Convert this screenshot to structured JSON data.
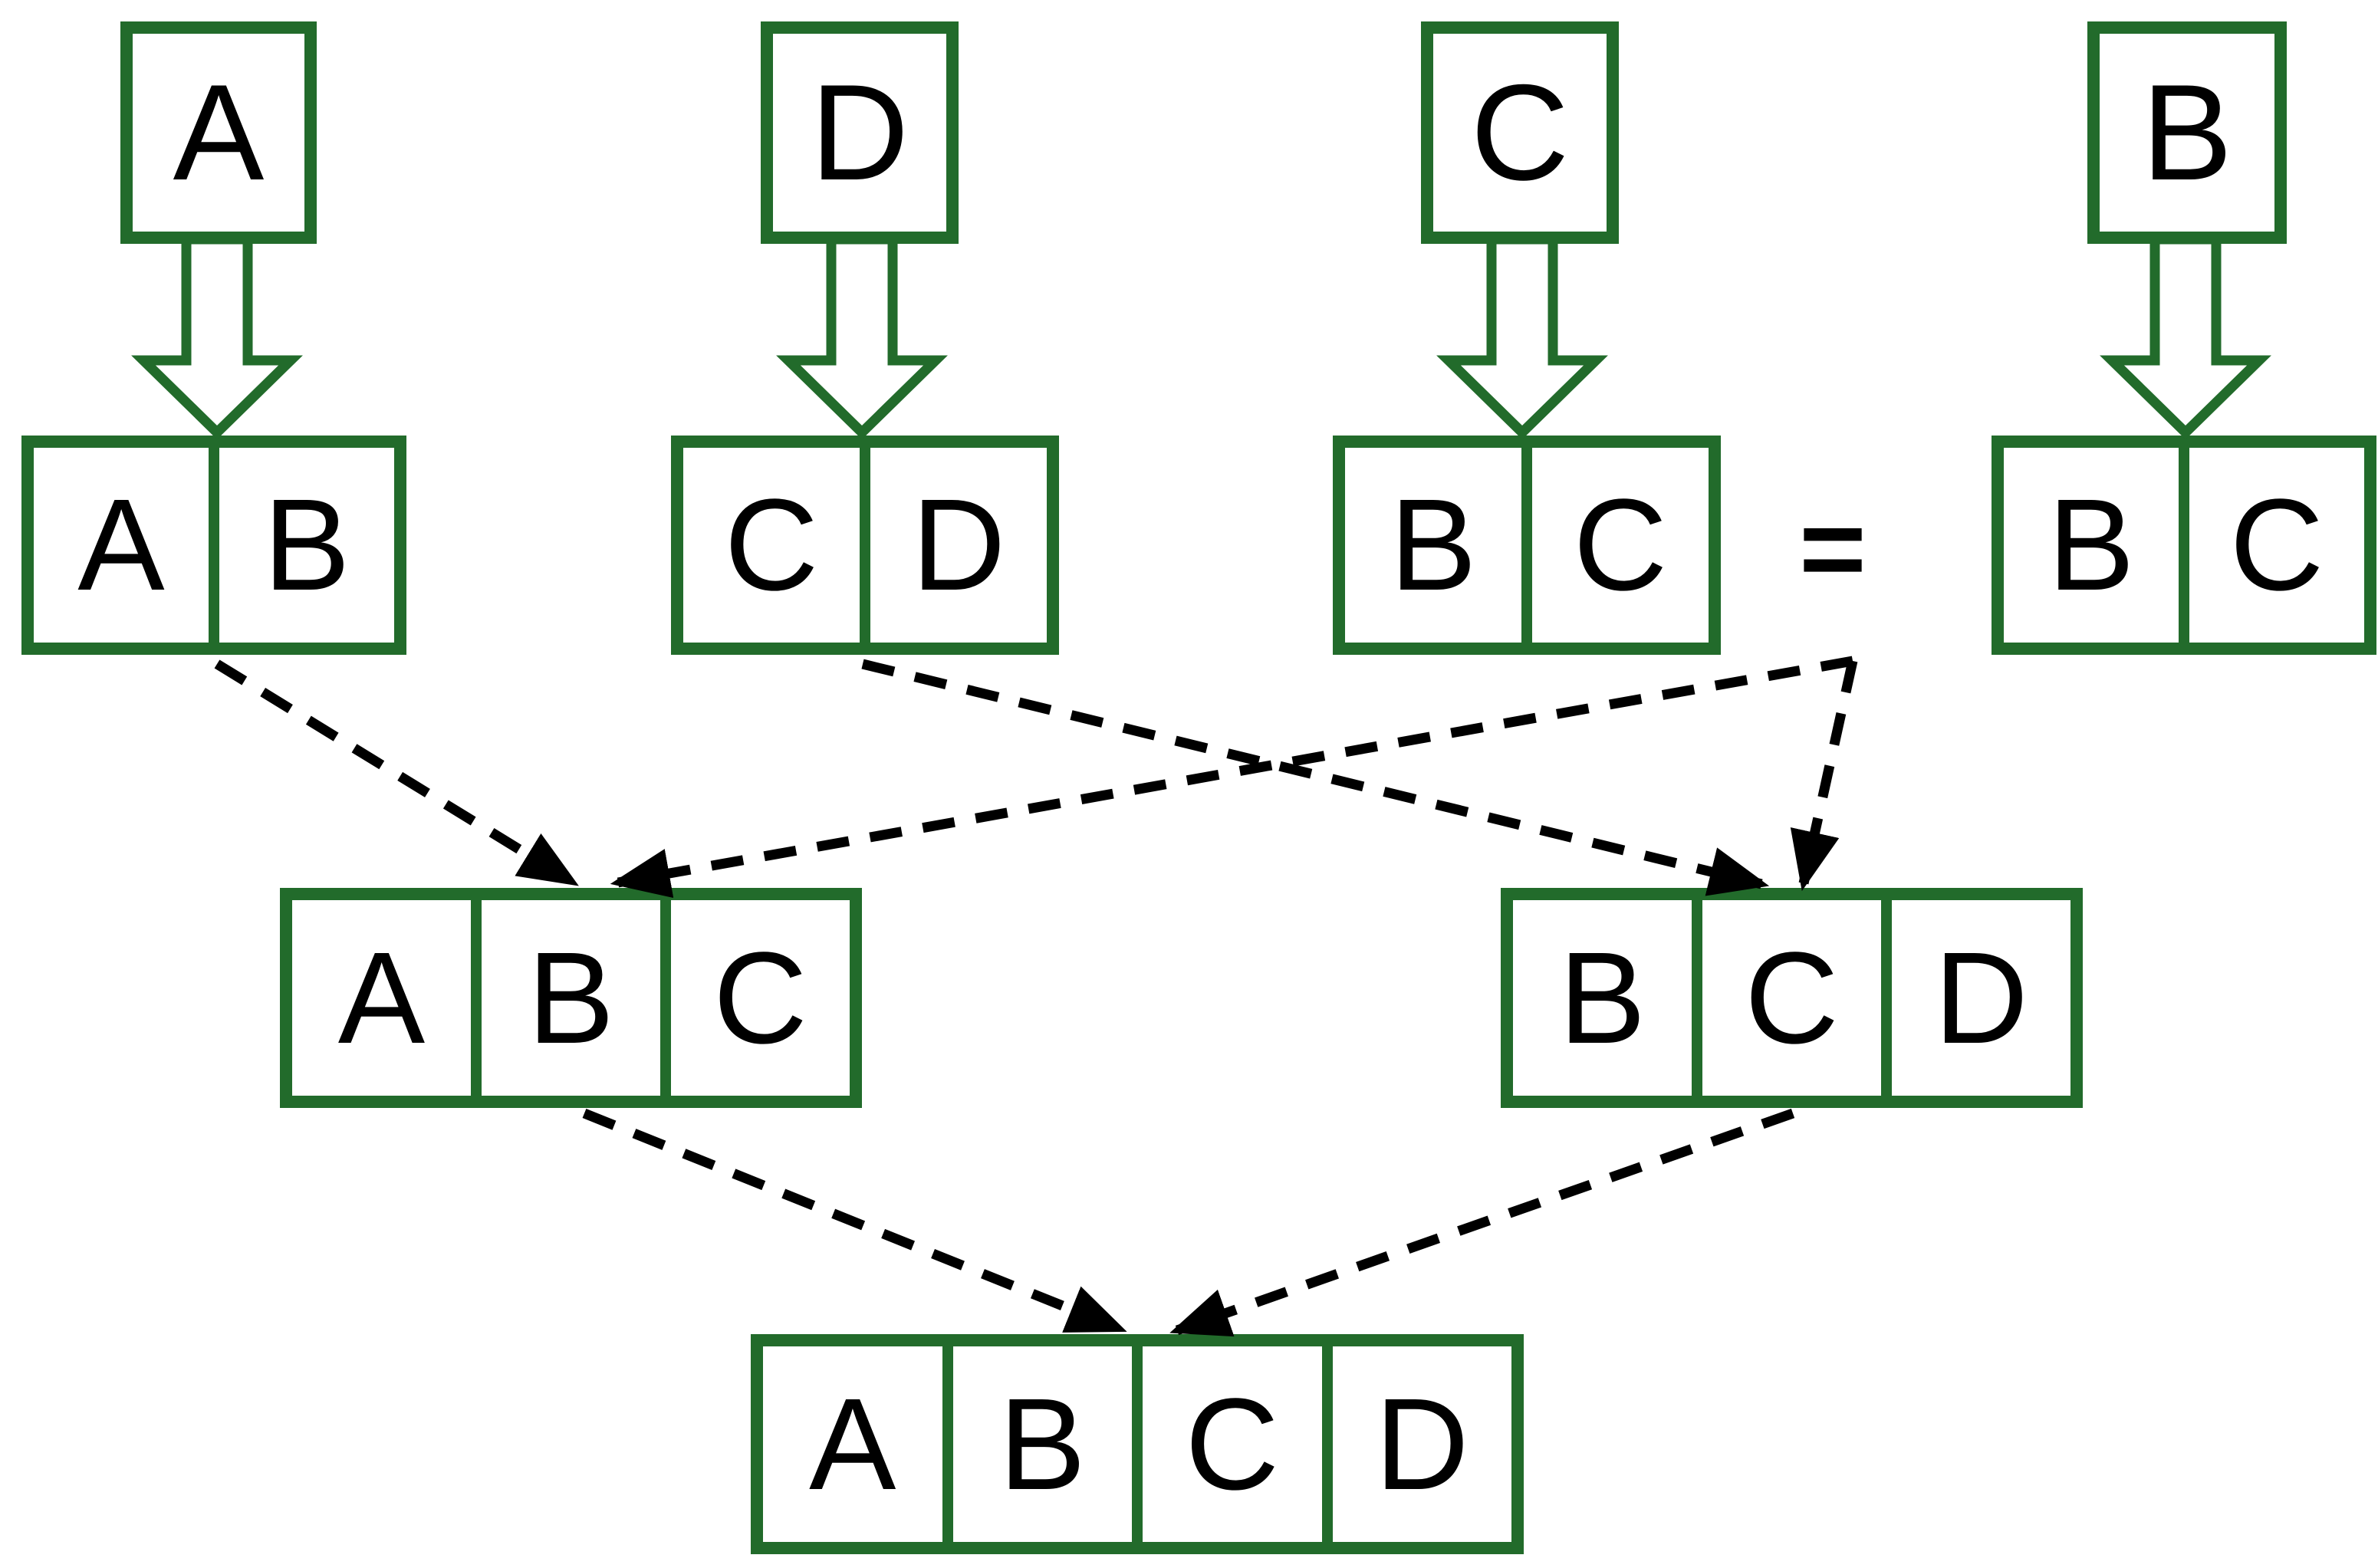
{
  "colors": {
    "green": "#226B2B",
    "black": "#000000",
    "white": "#FFFFFF"
  },
  "equals": {
    "label": "="
  },
  "nodes": {
    "a": {
      "label": "A"
    },
    "d": {
      "label": "D"
    },
    "c": {
      "label": "C"
    },
    "b": {
      "label": "B"
    },
    "ab": {
      "cells": [
        "A",
        "B"
      ]
    },
    "cd": {
      "cells": [
        "C",
        "D"
      ]
    },
    "bc1": {
      "cells": [
        "B",
        "C"
      ]
    },
    "bc2": {
      "cells": [
        "B",
        "C"
      ]
    },
    "abc": {
      "cells": [
        "A",
        "B",
        "C"
      ]
    },
    "bcd": {
      "cells": [
        "B",
        "C",
        "D"
      ]
    },
    "abcd": {
      "cells": [
        "A",
        "B",
        "C",
        "D"
      ]
    }
  }
}
